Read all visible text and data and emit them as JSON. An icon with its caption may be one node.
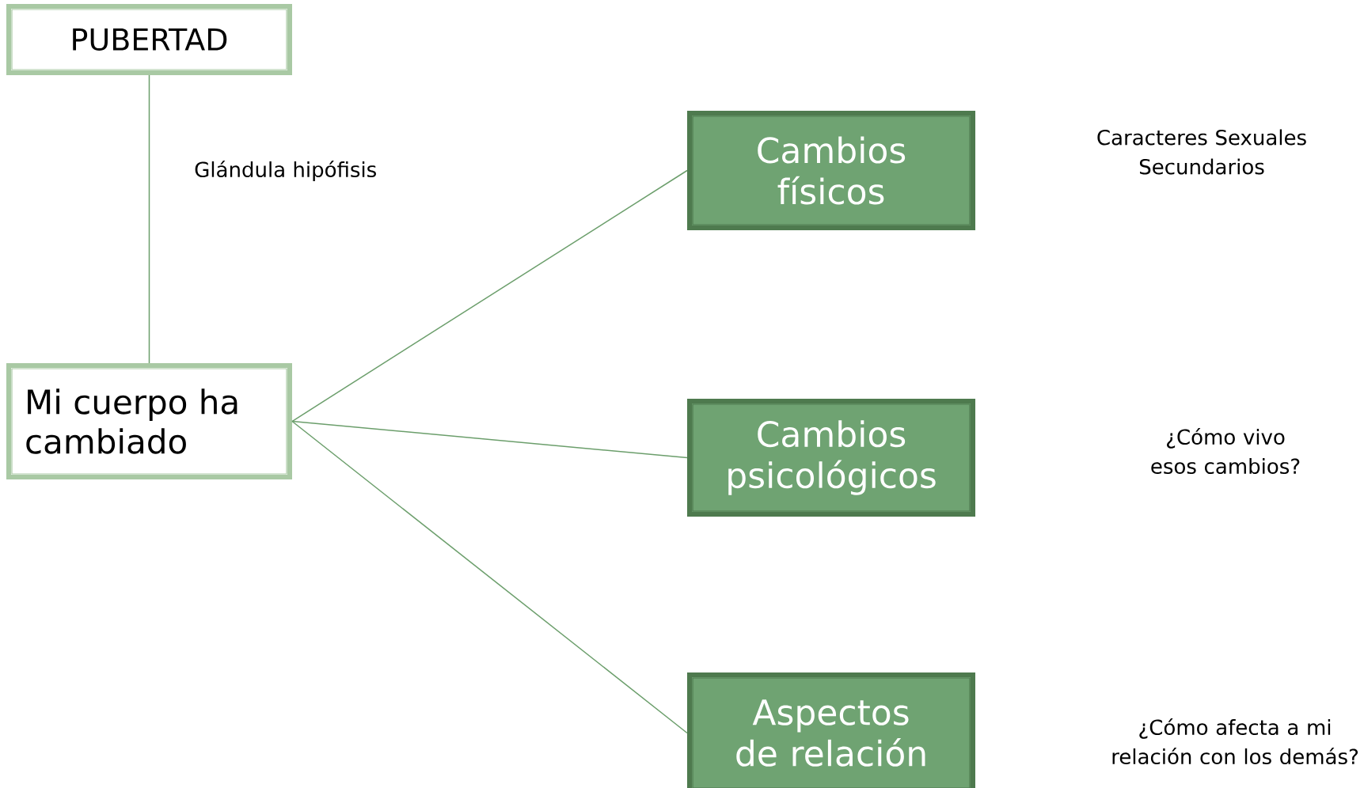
{
  "diagram": {
    "nodes": [
      {
        "text": [
          "PUBERTAD"
        ]
      },
      {
        "text": [
          "Mi cuerpo ha cambiado"
        ]
      },
      {
        "text": [
          "Cambios físicos"
        ]
      },
      {
        "text": [
          "Cambios psicológicos"
        ]
      },
      {
        "text": [
          "Aspectos de relación"
        ]
      }
    ],
    "edges": [
      {
        "from": 0,
        "to": 1,
        "arrow": "none"
      },
      {
        "from": 1,
        "to": 2,
        "arrow": "none"
      },
      {
        "from": 1,
        "to": 3,
        "arrow": "none"
      },
      {
        "from": 1,
        "to": 4,
        "arrow": "none"
      }
    ],
    "labels": [
      "Glándula hipófisis",
      "Caracteres Sexuales Secundarios",
      "¿Cómo vivo esos cambios?",
      "¿Cómo afecta a mi relación con los demás?"
    ]
  }
}
